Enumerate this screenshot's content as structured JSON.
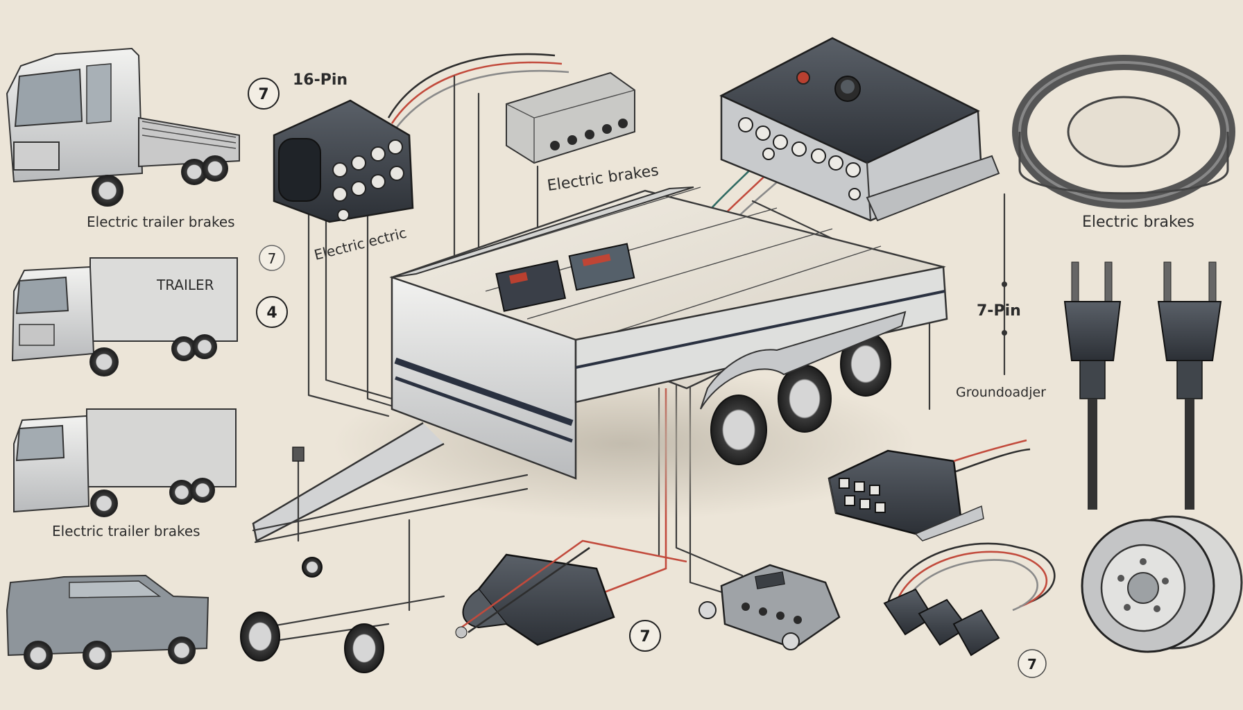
{
  "labels": {
    "pin16": "16-Pin",
    "electric_brakes_center": "Electric brakes",
    "electric_brakes_right": "Electric brakes",
    "electric_trailer_brakes_top": "Electric trailer brakes",
    "electric_trailer_brakes_mid": "Electric trailer brakes",
    "electric_ectric": "Electric ectric",
    "trailer_box": "TRAILER",
    "pin7": "7-Pin",
    "groundoadjer": "Groundoadjer"
  },
  "badges": {
    "b1": "7",
    "b2": "7",
    "b3": "4",
    "b4": "7",
    "b5": "7"
  },
  "colors": {
    "background": "#ece5d8",
    "wire_red": "#c24a3c",
    "wire_dark": "#2e2e2e",
    "connector_body": "#3d4248",
    "truck_body": "#d9d9d6"
  }
}
